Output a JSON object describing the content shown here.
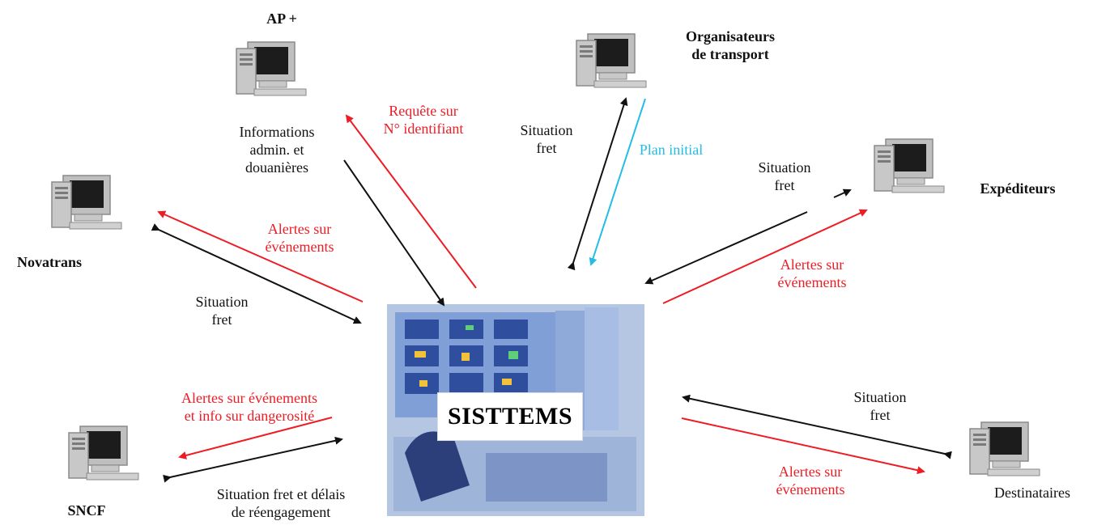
{
  "center": {
    "label": "SISTTEMS"
  },
  "nodes": {
    "ap_plus": "AP +",
    "organisateurs": [
      "Organisateurs",
      "de transport"
    ],
    "expediteurs": "Expéditeurs",
    "novatrans": "Novatrans",
    "sncf": "SNCF",
    "destinataires": "Destinataires"
  },
  "labels": {
    "informations": [
      "Informations",
      "admin. et",
      "douanières"
    ],
    "requete": [
      "Requête sur",
      "N° identifiant"
    ],
    "situation_fret_org": [
      "Situation",
      "fret"
    ],
    "plan_initial": "Plan initial",
    "situation_fret_exp": [
      "Situation",
      "fret"
    ],
    "alertes_exp": [
      "Alertes sur",
      "événements"
    ],
    "alertes_nova": [
      "Alertes sur",
      "événements"
    ],
    "situation_fret_nova": [
      "Situation",
      "fret"
    ],
    "alertes_sncf": [
      "Alertes sur événements",
      "et info sur dangerosité"
    ],
    "situation_fret_sncf": [
      "Situation fret et délais",
      "de réengagement"
    ],
    "situation_fret_dest": [
      "Situation",
      "fret"
    ],
    "alertes_dest": [
      "Alertes sur",
      "événements"
    ]
  },
  "colors": {
    "black_arrow": "#111111",
    "red_arrow": "#ee1c24",
    "cyan_arrow": "#22bde6"
  },
  "icons": {
    "workstation": "computer-icon",
    "center": "control-room-image"
  }
}
